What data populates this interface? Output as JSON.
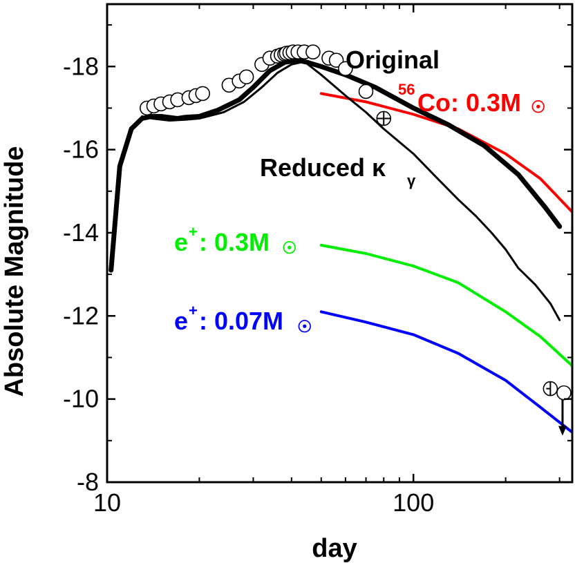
{
  "chart_data": {
    "type": "line",
    "xlabel": "day",
    "ylabel": "Absolute Magnitude",
    "xscale": "log",
    "xlim": [
      10,
      330
    ],
    "ylim": [
      -8,
      -19.5
    ],
    "x_ticks": [
      10,
      100
    ],
    "x_tick_labels": [
      "10",
      "100"
    ],
    "y_ticks": [
      -8,
      -10,
      -12,
      -14,
      -16,
      -18
    ],
    "y_tick_labels": [
      "-8",
      "-10",
      "-12",
      "-14",
      "-16",
      "-18"
    ],
    "grid": false,
    "series": [
      {
        "name": "Original",
        "color": "#000000",
        "style": "thick-solid",
        "x": [
          10.3,
          11,
          12,
          13,
          14,
          15,
          17,
          18,
          20,
          23,
          27,
          30,
          34,
          38,
          42,
          45,
          50,
          60,
          75,
          100,
          130,
          170,
          220,
          270,
          300
        ],
        "y": [
          -13.1,
          -15.6,
          -16.5,
          -16.75,
          -16.8,
          -16.8,
          -16.75,
          -16.78,
          -16.8,
          -16.95,
          -17.2,
          -17.5,
          -17.9,
          -18.1,
          -18.15,
          -18.1,
          -18.0,
          -17.8,
          -17.5,
          -17.0,
          -16.6,
          -16.1,
          -15.4,
          -14.6,
          -14.15
        ]
      },
      {
        "name": "Reduced κγ",
        "color": "#000000",
        "style": "thin-solid",
        "x": [
          13,
          14,
          16,
          18,
          20,
          24,
          28,
          32,
          36,
          40,
          44,
          50,
          60,
          70,
          80,
          100,
          120,
          140,
          160,
          180,
          200,
          220,
          250,
          280,
          300
        ],
        "y": [
          -16.8,
          -16.75,
          -16.7,
          -16.72,
          -16.75,
          -16.9,
          -17.15,
          -17.5,
          -17.85,
          -18.05,
          -18.12,
          -17.8,
          -17.3,
          -16.9,
          -16.5,
          -15.9,
          -15.3,
          -14.8,
          -14.4,
          -14.0,
          -13.6,
          -13.15,
          -12.75,
          -12.3,
          -11.9
        ]
      },
      {
        "name": "56Co: 0.3M☉",
        "color": "#ff0000",
        "style": "medium-solid",
        "x": [
          50,
          70,
          100,
          140,
          200,
          260,
          330
        ],
        "y": [
          -17.35,
          -17.15,
          -16.85,
          -16.5,
          -15.9,
          -15.3,
          -14.5
        ]
      },
      {
        "name": "e+: 0.3M☉",
        "color": "#00ee00",
        "style": "medium-solid",
        "x": [
          50,
          70,
          100,
          140,
          200,
          260,
          330
        ],
        "y": [
          -13.7,
          -13.5,
          -13.2,
          -12.8,
          -12.1,
          -11.5,
          -10.8
        ]
      },
      {
        "name": "e+: 0.07M☉",
        "color": "#0000ff",
        "style": "medium-solid",
        "x": [
          50,
          70,
          100,
          140,
          200,
          260,
          330
        ],
        "y": [
          -12.1,
          -11.85,
          -11.55,
          -11.1,
          -10.45,
          -9.8,
          -9.2
        ]
      }
    ],
    "observations": {
      "marker": "open-circle",
      "x": [
        13.5,
        14.2,
        15,
        16,
        17,
        18.5,
        19.5,
        20.5,
        25,
        27,
        28.5,
        32,
        34,
        36,
        37,
        38,
        38.5,
        39.5,
        40.5,
        42,
        44,
        47,
        53,
        56,
        60,
        70
      ],
      "y": [
        -17.0,
        -17.05,
        -17.1,
        -17.15,
        -17.2,
        -17.25,
        -17.3,
        -17.35,
        -17.55,
        -17.65,
        -17.75,
        -18.05,
        -18.2,
        -18.25,
        -18.28,
        -18.3,
        -18.32,
        -18.33,
        -18.35,
        -18.35,
        -18.35,
        -18.35,
        -18.2,
        -18.15,
        -17.95,
        -17.4
      ]
    },
    "special_points": [
      {
        "marker": "circle-with-cross",
        "x": 80,
        "y": -16.75
      },
      {
        "marker": "circle-with-vertical-bar",
        "x": 280,
        "y": -10.25
      },
      {
        "marker": "open-circle-upper-limit",
        "x": 310,
        "y": -10.15
      }
    ],
    "annotations": {
      "original": "Original",
      "reduced_main": "Reduced κ",
      "reduced_sub": "γ",
      "co_sup": "56",
      "co_main": "Co: 0.3M",
      "co_sun": "☉",
      "ep03_main": "e",
      "ep03_sup": "+",
      "ep03_rest": ": 0.3M",
      "ep03_sun": "☉",
      "ep007_main": "e",
      "ep007_sup": "+",
      "ep007_rest": ": 0.07M",
      "ep007_sun": "☉"
    }
  }
}
